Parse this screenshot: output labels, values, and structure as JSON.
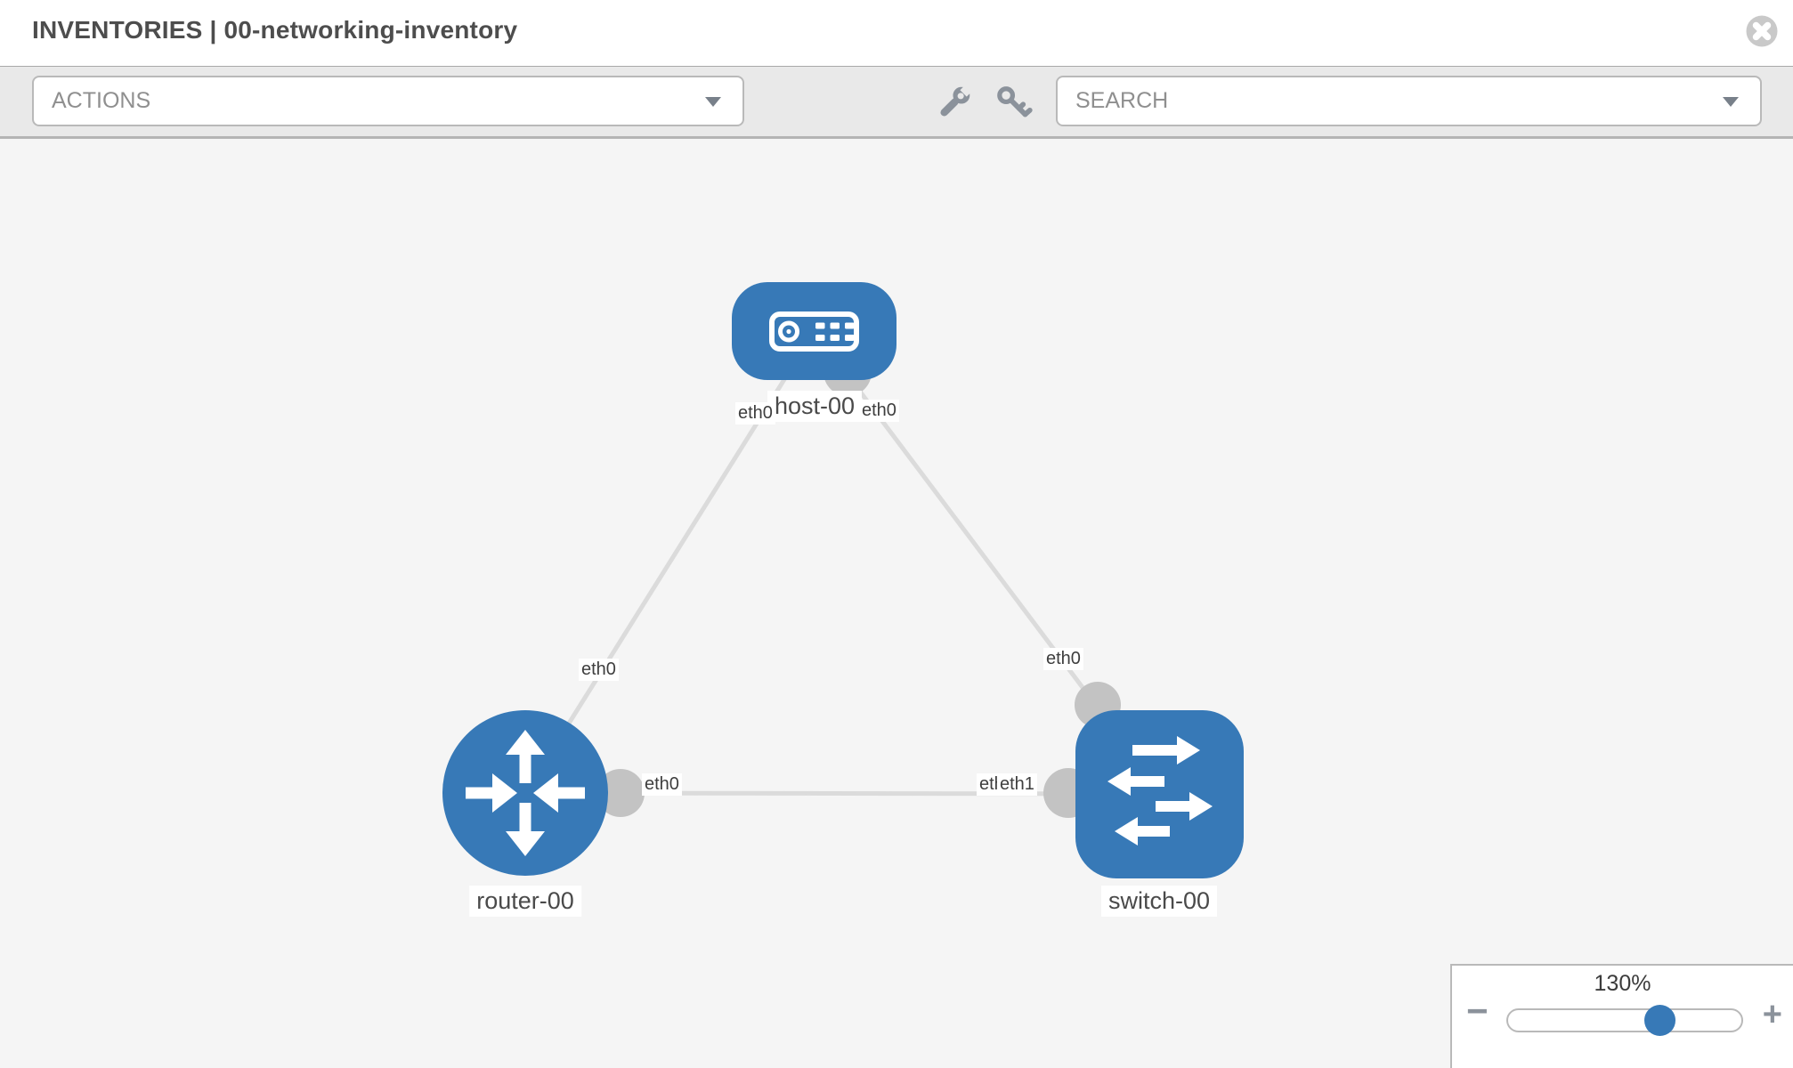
{
  "header": {
    "title": "INVENTORIES | 00-networking-inventory"
  },
  "toolbar": {
    "actions_label": "ACTIONS",
    "search_label": "SEARCH",
    "tools": [
      {
        "icon": "wrench-icon"
      },
      {
        "icon": "key-icon"
      }
    ]
  },
  "topology": {
    "nodes": [
      {
        "id": "host-00",
        "type": "host",
        "label": "host-00",
        "icon": "host-device-icon"
      },
      {
        "id": "router-00",
        "type": "router",
        "label": "router-00",
        "icon": "router-arrows-icon"
      },
      {
        "id": "switch-00",
        "type": "switch",
        "label": "switch-00",
        "icon": "switch-arrows-icon"
      }
    ],
    "links": [
      {
        "source": "host-00",
        "source_interface": "eth0",
        "target": "router-00",
        "target_interface": "eth0"
      },
      {
        "source": "host-00",
        "source_interface": "eth0",
        "target": "switch-00",
        "target_interface": "eth0"
      },
      {
        "source": "router-00",
        "source_interface": "eth0",
        "target": "switch-00",
        "target_interface": "eth1",
        "overlapped_label": "eth0"
      }
    ]
  },
  "zoom_control": {
    "value": "130%",
    "minus": "−",
    "plus": "+"
  },
  "colors": {
    "node_blue": "#3779b7",
    "link_gray": "#dbdbdb",
    "connector_gray": "#c3c3c3",
    "toolbar_bg": "#e9e9e9",
    "canvas_bg": "#f5f5f5"
  }
}
